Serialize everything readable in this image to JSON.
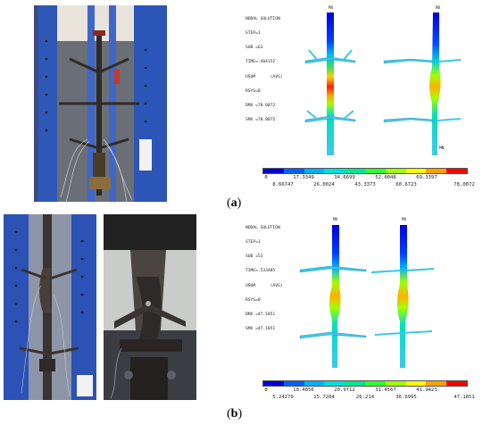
{
  "panel_a": {
    "label_open": "(",
    "label_letter": "a",
    "label_close": ")",
    "fea_header": [
      "NODAL SOLUTION",
      "STEP=1",
      "SUB =63",
      "TIME=.404152",
      "USUM      (AVG)",
      "RSYS=0",
      "DMX =78.0072",
      "SMX =78.0072"
    ],
    "mx_label": "MX",
    "mx_label_2": "MX",
    "mn_label": "MN",
    "legend_top_ticks": [
      "0",
      "17.3349",
      "34.6699",
      "52.0048",
      "69.3397"
    ],
    "legend_bottom_ticks": [
      "8.66747",
      "26.0024",
      "43.3373",
      "60.6723",
      "78.0072"
    ]
  },
  "panel_b": {
    "label_open": "(",
    "label_letter": "b",
    "label_close": ")",
    "fea_header": [
      "NODAL SOLUTION",
      "STEP=1",
      "SUB =53",
      "TIME=.533485",
      "USUM      (AVG)",
      "RSYS=0",
      "DMX =47.1851",
      "SMX =47.1851"
    ],
    "mx_label": "MX",
    "mx_label_2": "MX",
    "legend_top_ticks": [
      "0",
      "10.4856",
      "20.9712",
      "31.4567",
      "41.9423"
    ],
    "legend_bottom_ticks": [
      "5.24279",
      "15.7284",
      "26.214",
      "36.6995",
      "47.1851"
    ]
  },
  "legend_colors": [
    "#0000d8",
    "#0060ff",
    "#00b0ff",
    "#00e0e0",
    "#00e890",
    "#30ff30",
    "#a0ff00",
    "#ffff00",
    "#ffa000",
    "#ff0000"
  ]
}
